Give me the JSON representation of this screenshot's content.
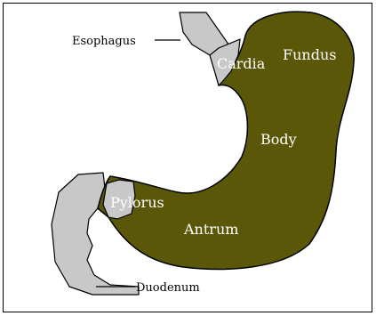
{
  "colors": {
    "background": "#ffffff",
    "frame": "#000000",
    "stomach": "#5a5808",
    "duct": "#c8c8c8",
    "outline": "#000000",
    "label_inside": "#ffffff",
    "label_outside": "#000000"
  },
  "labels": {
    "esophagus": "Esophagus",
    "cardia": "Cardia",
    "fundus": "Fundus",
    "body": "Body",
    "pylorus": "Pylorus",
    "antrum": "Antrum",
    "duodenum": "Duodenum"
  }
}
